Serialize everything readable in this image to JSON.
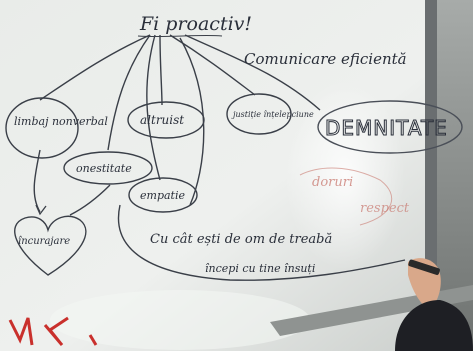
{
  "board": {
    "center_title": "Fi proactiv!",
    "subtitle": "Comunicare eficientă",
    "demnitate": "DEMNITATE",
    "respect_text": "respect",
    "doruri_text": "doruri",
    "bubbles": [
      "limbaj nonverbal",
      "altruist",
      "justiție înțelepciune",
      "onestitate",
      "empatie",
      "încurajare"
    ],
    "bottom_line1": "Cu cât ești de om de treabă",
    "bottom_line2": "începi cu tine însuți"
  },
  "colors": {
    "board": "#e8ebe8",
    "marker": "#2a2f3a",
    "red_marker": "#c97970",
    "frame": "#5b5f62"
  }
}
